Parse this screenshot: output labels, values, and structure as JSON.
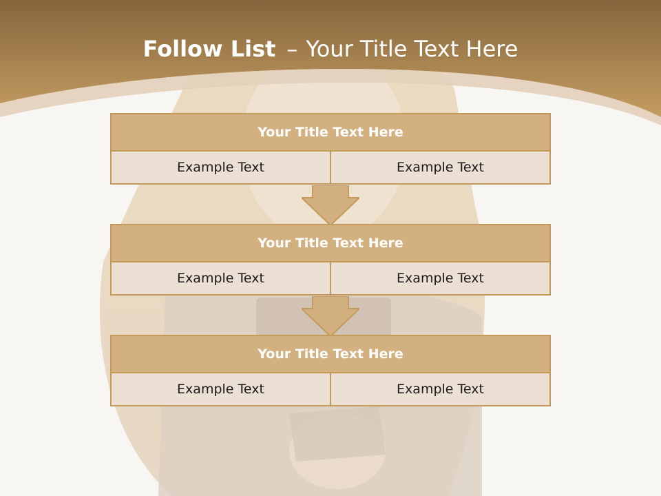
{
  "slide": {
    "title_bold": "Follow List",
    "title_separator": "–",
    "title_rest": "Your Title Text Here"
  },
  "stages": [
    {
      "title": "Your Title Text Here",
      "left": "Example Text",
      "right": "Example Text"
    },
    {
      "title": "Your Title Text Here",
      "left": "Example Text",
      "right": "Example Text"
    },
    {
      "title": "Your Title Text Here",
      "left": "Example Text",
      "right": "Example Text"
    }
  ],
  "colors": {
    "header_top": "#86653c",
    "header_bottom": "#c49d62",
    "stage_title_fill": "#d2b080",
    "stage_cell_fill": "#ecdfd4",
    "border": "#c49a5a",
    "background": "#f8f6f3"
  }
}
